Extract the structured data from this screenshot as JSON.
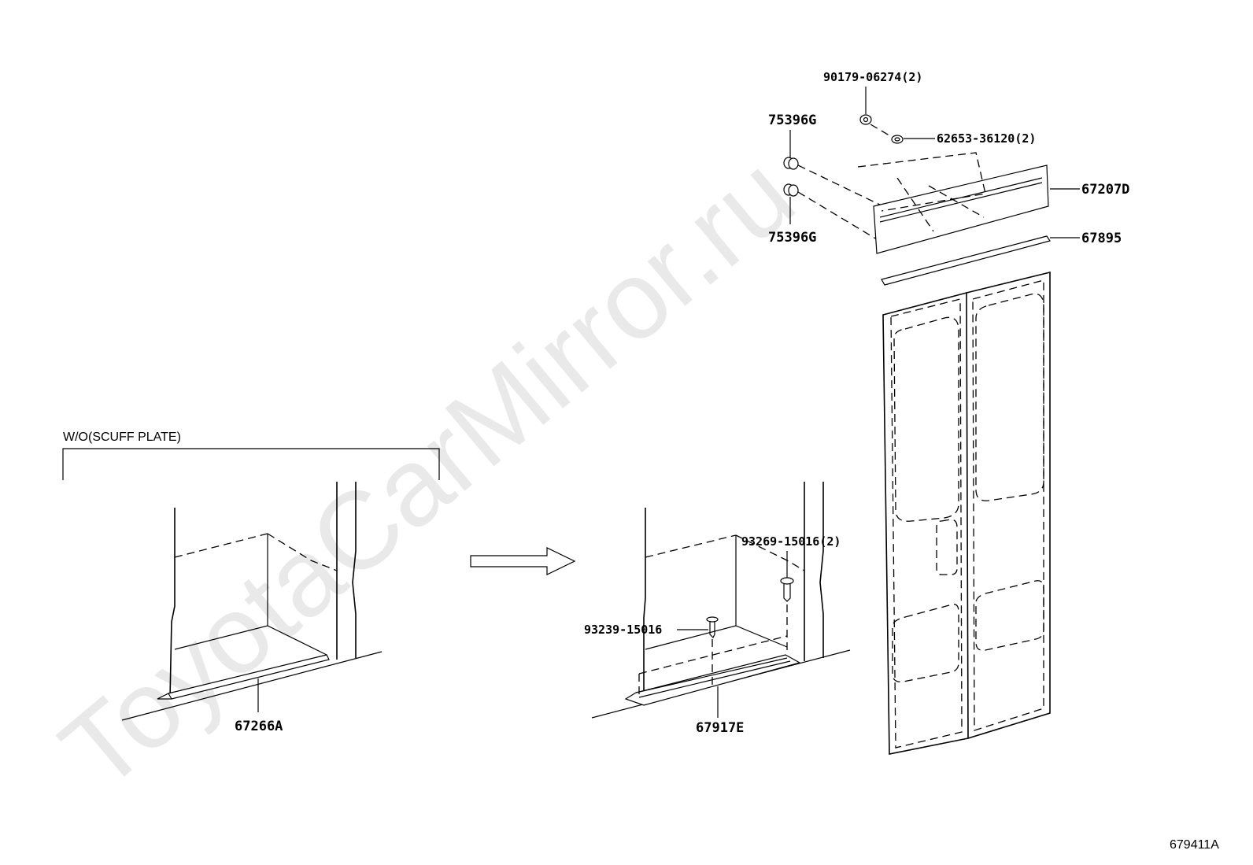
{
  "watermark": "ToyotaCarMirror.ru",
  "section_caption": "W/O(SCUFF PLATE)",
  "figure_id": "679411A",
  "parts": {
    "p67266A": "67266A",
    "p67917E": "67917E",
    "p93269": "93269-15016(2)",
    "p93239": "93239-15016",
    "p90179": "90179-06274(2)",
    "p62653": "62653-36120(2)",
    "p75396G_top": "75396G",
    "p75396G_bottom": "75396G",
    "p67207D": "67207D",
    "p67895": "67895"
  }
}
